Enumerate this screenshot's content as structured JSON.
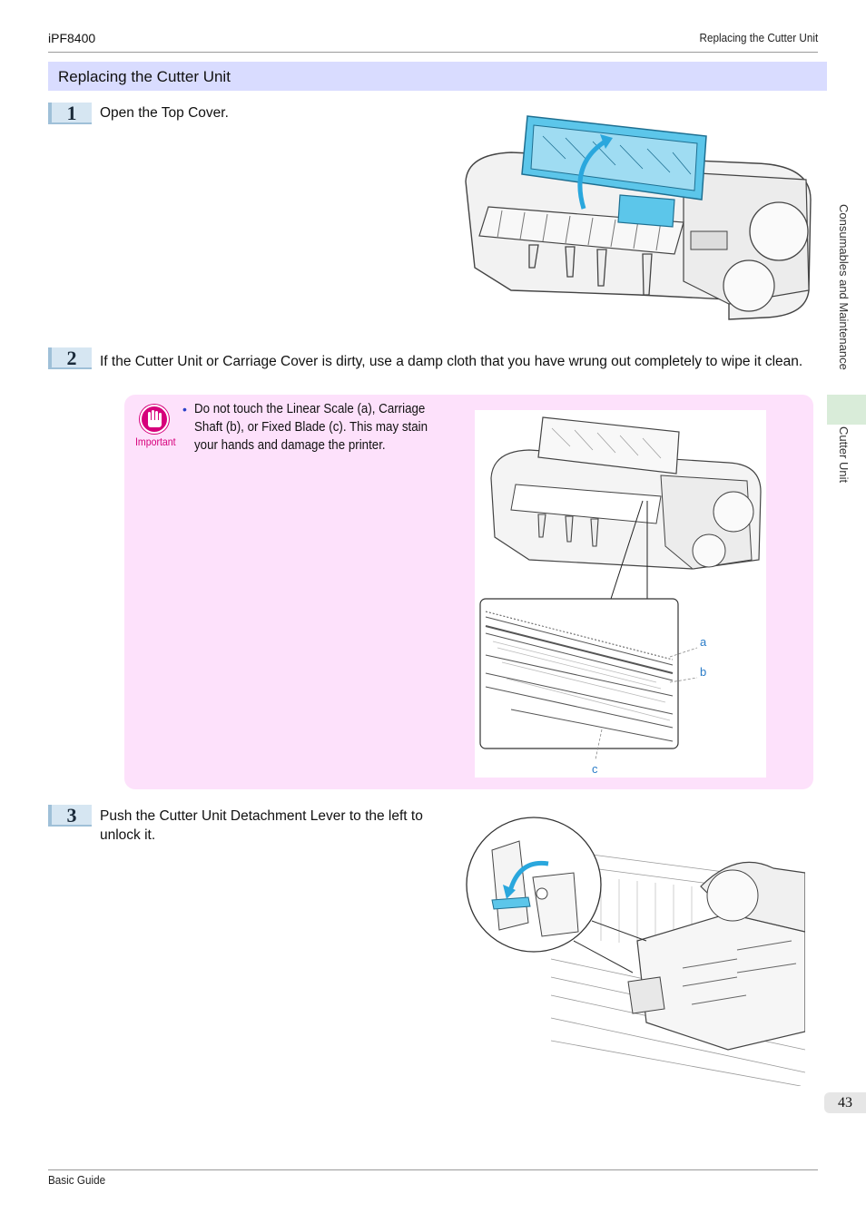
{
  "header": {
    "model": "iPF8400",
    "section": "Replacing the Cutter Unit"
  },
  "section": {
    "title": "Replacing the Cutter Unit"
  },
  "steps": [
    {
      "number": "1",
      "text": "Open the Top Cover."
    },
    {
      "number": "2",
      "text": "If the Cutter Unit or Carriage Cover is dirty, use a damp cloth that you have wrung out completely to wipe it clean."
    },
    {
      "number": "3",
      "text": "Push the Cutter Unit Detachment Lever to the left to unlock it."
    }
  ],
  "important": {
    "label": "Important",
    "bullet": "•",
    "text": "Do not touch the Linear Scale (a), Carriage Shaft (b), or Fixed Blade (c). This may stain your hands and damage the printer.",
    "callouts": {
      "a": "a",
      "b": "b",
      "c": "c"
    }
  },
  "side_tabs": {
    "chapter": "Consumables and Maintenance",
    "topic": "Cutter Unit"
  },
  "page_number": "43",
  "footer": {
    "guide": "Basic Guide"
  },
  "colors": {
    "section_bar": "#d9dcff",
    "important_bg": "#fde1fb",
    "important_accent": "#d6007b",
    "cover_blue": "#5cc6ea"
  }
}
